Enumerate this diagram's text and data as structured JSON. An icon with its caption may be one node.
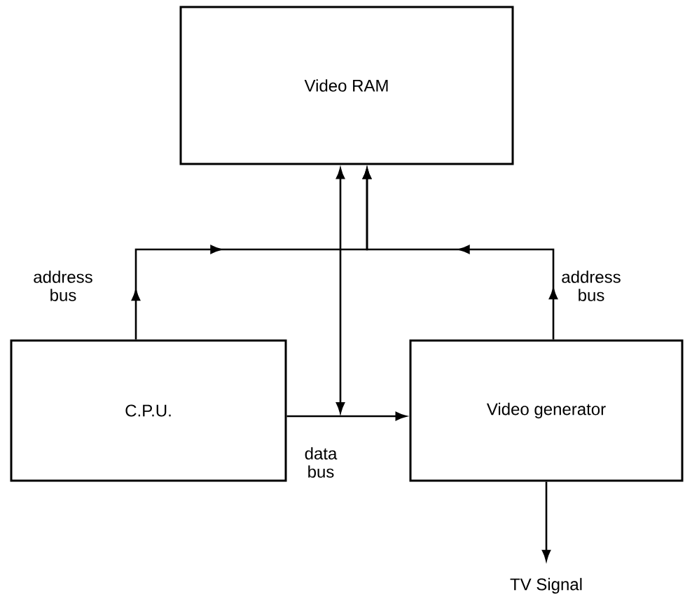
{
  "diagram": {
    "nodes": [
      {
        "text": [
          "Video RAM"
        ]
      },
      {
        "text": [
          "C.P.U."
        ]
      },
      {
        "text": [
          "Video generator"
        ]
      },
      {
        "text": [
          "TV Signal"
        ]
      }
    ],
    "edges": [
      {
        "from": 1,
        "to": 0,
        "arrow": "to",
        "label": "address bus"
      },
      {
        "from": 2,
        "to": 0,
        "arrow": "to",
        "label": "address bus"
      },
      {
        "from": 1,
        "to": 2,
        "arrow": "to",
        "label": "data bus"
      },
      {
        "from": 0,
        "to": null,
        "arrow": "both"
      },
      {
        "from": 2,
        "to": 3,
        "arrow": "to"
      }
    ]
  }
}
